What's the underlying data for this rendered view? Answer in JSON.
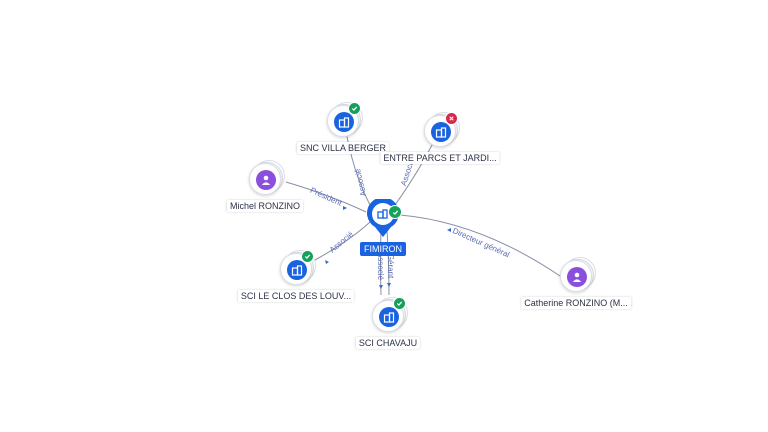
{
  "colors": {
    "company": "#1a63e0",
    "person": "#8a4fdc",
    "active": "#16a05a",
    "closed": "#d5294a",
    "edge": "#8a8fa3",
    "edge_label": "#5a6bb5"
  },
  "center": {
    "name": "FIMIRON",
    "status": "active",
    "icon": "building-icon"
  },
  "nodes": [
    {
      "name": "SNC VILLA BERGER",
      "kind": "company",
      "status": "active",
      "icon": "building-icon",
      "relation": "Associé"
    },
    {
      "name": "ENTRE PARCS ET JARDI...",
      "kind": "company",
      "status": "closed",
      "icon": "building-icon",
      "relation": "Associé"
    },
    {
      "name": "Michel RONZINO",
      "kind": "person",
      "icon": "person-icon",
      "relation": "Président"
    },
    {
      "name": "SCI LE CLOS DES LOUV...",
      "kind": "company",
      "status": "active",
      "icon": "building-icon",
      "relation": "Associé"
    },
    {
      "name": "SCI CHAVAJU",
      "kind": "company",
      "status": "active",
      "icon": "building-icon",
      "relation": "Gérant",
      "relation2": "Associé"
    },
    {
      "name": "Catherine RONZINO (M...",
      "kind": "person",
      "icon": "person-icon",
      "relation": "Directeur général"
    }
  ]
}
